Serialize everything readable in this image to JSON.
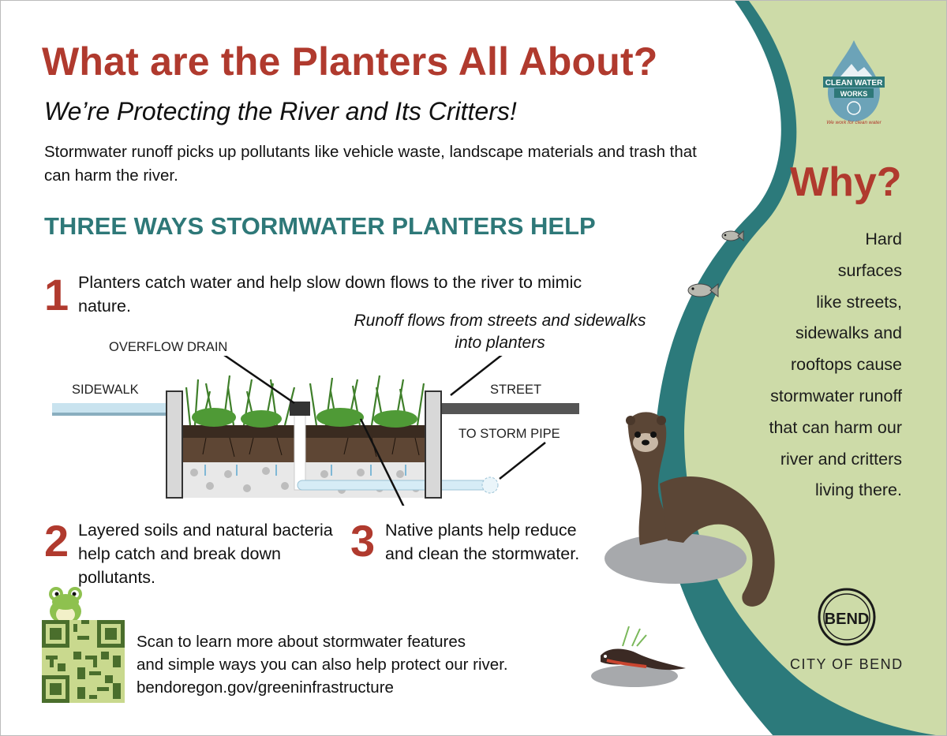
{
  "title": "What are the Planters All About?",
  "subtitle": "We’re Protecting the River and Its Critters!",
  "intro": "Stormwater runoff picks up pollutants like vehicle waste, landscape materials and trash that can harm the river.",
  "section_heading": "THREE WAYS STORMWATER PLANTERS HELP",
  "steps": [
    {
      "number": "1",
      "text": "Planters catch water and help slow down flows to the river to mimic nature."
    },
    {
      "number": "2",
      "text": "Layered soils and natural bacteria help catch and break down pollutants."
    },
    {
      "number": "3",
      "text": "Native plants help reduce and clean the stormwater."
    }
  ],
  "diagram": {
    "overflow_drain": "OVERFLOW DRAIN",
    "sidewalk": "SIDEWALK",
    "street": "STREET",
    "storm_pipe": "TO STORM PIPE",
    "runoff_note": "Runoff flows from streets and sidewalks into planters"
  },
  "scan": {
    "line1": "Scan to learn more about stormwater features",
    "line2": "and simple ways you can also help protect our river.",
    "url": "bendoregon.gov/greeninfrastructure"
  },
  "why": {
    "heading": "Why?",
    "lines": [
      "Hard",
      "surfaces",
      "like streets,",
      "sidewalks and",
      "rooftops cause",
      "stormwater runoff",
      "that can harm our",
      "river and critters",
      "living there."
    ]
  },
  "logo": {
    "line1": "CLEAN WATER",
    "line2": "WORKS",
    "tagline": "We work for clean water"
  },
  "city": "CITY OF BEND",
  "seal_text": "BEND",
  "colors": {
    "title_red": "#b03a2e",
    "heading_teal": "#2e7878",
    "river_teal": "#2c7a7b",
    "panel_green": "#cddba8"
  },
  "icons": [
    "river-shape",
    "otter-illustration",
    "fish-icon",
    "newt-illustration",
    "frog-icon",
    "qr-code",
    "clean-water-works-logo",
    "city-of-bend-seal",
    "planter-diagram"
  ]
}
